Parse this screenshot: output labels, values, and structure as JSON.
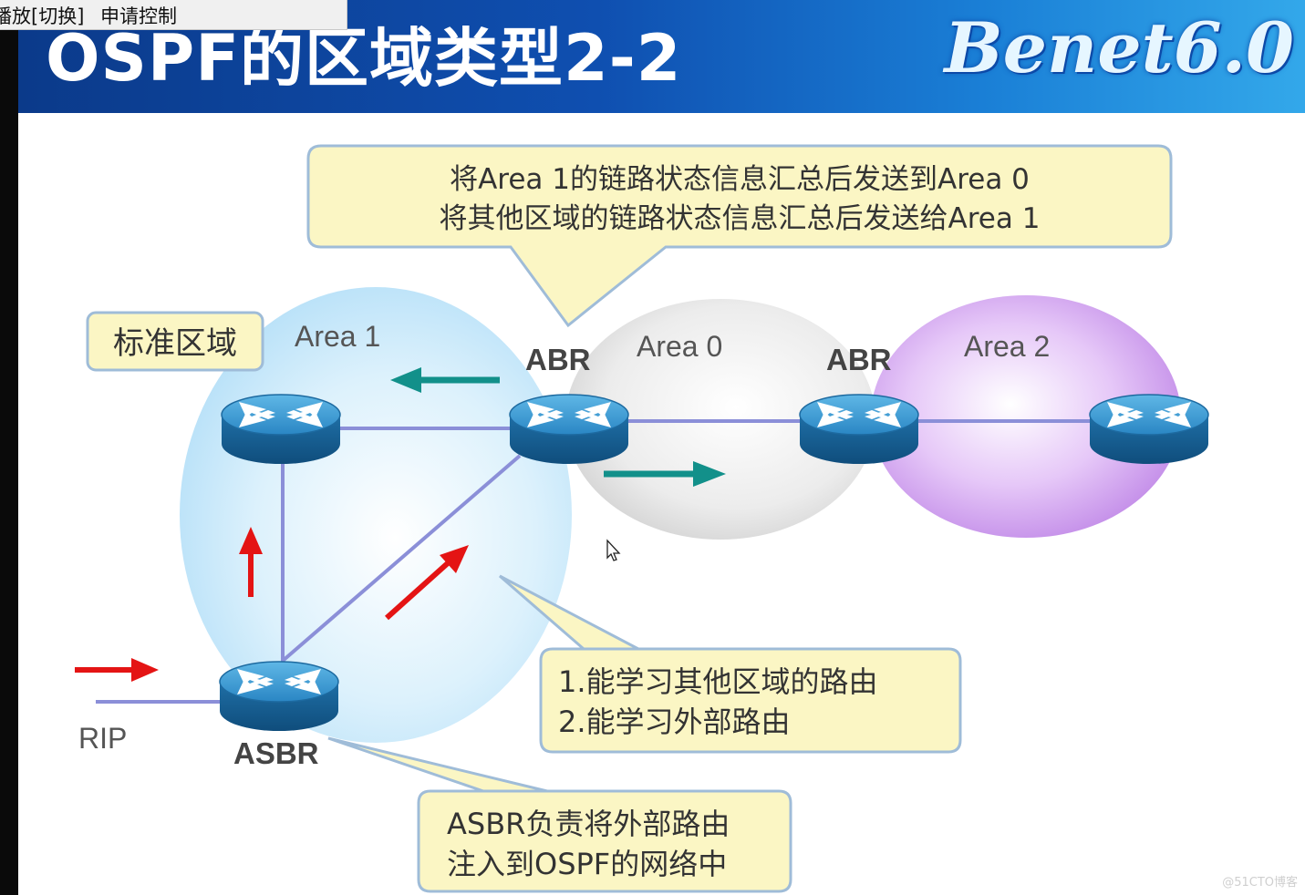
{
  "toolbar": {
    "item1": "播放[切换]",
    "item2": "申请控制"
  },
  "slide": {
    "title": "OSPF的区域类型2-2",
    "brand": "Benet6.0"
  },
  "areas": {
    "area1": "Area 1",
    "area0": "Area 0",
    "area2": "Area 2"
  },
  "roles": {
    "abr_left": "ABR",
    "abr_right": "ABR",
    "asbr": "ASBR",
    "rip": "RIP"
  },
  "callouts": {
    "abr_line1": "将Area 1的链路状态信息汇总后发送到Area 0",
    "abr_line2": "将其他区域的链路状态信息汇总后发送给Area 1",
    "standard": "标准区域",
    "learn_line1": "1.能学习其他区域的路由",
    "learn_line2": "2.能学习外部路由",
    "asbr_line1": "ASBR负责将外部路由",
    "asbr_line2": "注入到OSPF的网络中"
  },
  "colors": {
    "header": "#0f4fb0",
    "callout_fill": "#fbf6c4",
    "callout_border": "#9fbcd8",
    "link": "#8b8fd8",
    "teal_arrow": "#12908a",
    "red_arrow": "#e41414",
    "area2": "#c98ef0",
    "area0": "#d9d9d9",
    "area1": "#bfe6fb"
  },
  "watermark": "@51CTO博客"
}
